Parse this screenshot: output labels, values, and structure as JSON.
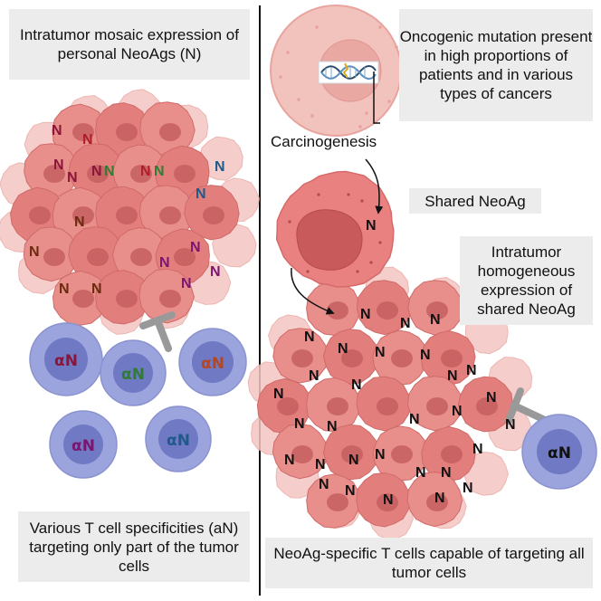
{
  "left_panel": {
    "title": "Intratumor mosaic expression of personal NeoAgs (N)",
    "caption": "Various T cell specificities (aN) targeting only part of the tumor cells",
    "neoag_glyph": "N",
    "tcell_glyph": "αN"
  },
  "right_panel": {
    "mutation_box": "Oncogenic mutation present in high proportions of patients and in various types of cancers",
    "carcinogenesis_label": "Carcinogenesis",
    "shared_box": "Shared NeoAg",
    "homogeneous_box": "Intratumor homogeneous expression of shared NeoAg",
    "caption": "NeoAg-specific T cells capable of targeting all tumor cells",
    "neoag_glyph": "N",
    "tcell_glyph": "αN"
  },
  "colors": {
    "crimson": "#8b1538",
    "red": "#b01c2a",
    "green": "#2e7d32",
    "blue": "#1e5a8a",
    "brown": "#6b2a0d",
    "purple": "#7b1570",
    "orange": "#b5461f",
    "black": "#111111",
    "tumor_fill": "#e58b87",
    "tcell_outer": "#9ba4dc",
    "tcell_inner": "#6f79c4",
    "inhibitor": "#999999"
  }
}
